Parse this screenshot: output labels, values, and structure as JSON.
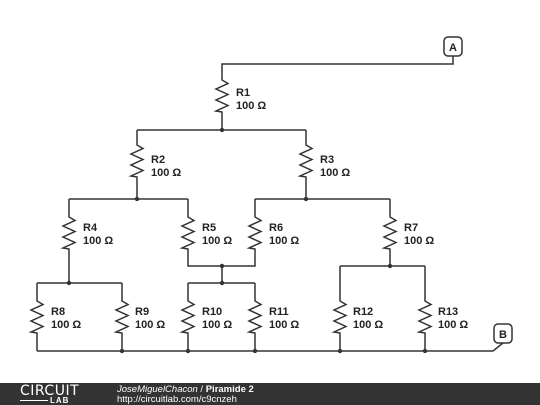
{
  "circuit": {
    "resistors": [
      {
        "id": "R1",
        "label": "R1",
        "value": "100 Ω"
      },
      {
        "id": "R2",
        "label": "R2",
        "value": "100 Ω"
      },
      {
        "id": "R3",
        "label": "R3",
        "value": "100 Ω"
      },
      {
        "id": "R4",
        "label": "R4",
        "value": "100 Ω"
      },
      {
        "id": "R5",
        "label": "R5",
        "value": "100 Ω"
      },
      {
        "id": "R6",
        "label": "R6",
        "value": "100 Ω"
      },
      {
        "id": "R7",
        "label": "R7",
        "value": "100 Ω"
      },
      {
        "id": "R8",
        "label": "R8",
        "value": "100 Ω"
      },
      {
        "id": "R9",
        "label": "R9",
        "value": "100 Ω"
      },
      {
        "id": "R10",
        "label": "R10",
        "value": "100 Ω"
      },
      {
        "id": "R11",
        "label": "R11",
        "value": "100 Ω"
      },
      {
        "id": "R12",
        "label": "R12",
        "value": "100 Ω"
      },
      {
        "id": "R13",
        "label": "R13",
        "value": "100 Ω"
      }
    ],
    "terminals": [
      {
        "id": "A",
        "label": "A"
      },
      {
        "id": "B",
        "label": "B"
      }
    ]
  },
  "footer": {
    "logo_top": "CIRCUIT",
    "logo_bottom": "LAB",
    "author": "JoseMiguelChacon",
    "separator": " / ",
    "title": "Piramide 2",
    "url": "http://circuitlab.com/c9cnzeh"
  }
}
